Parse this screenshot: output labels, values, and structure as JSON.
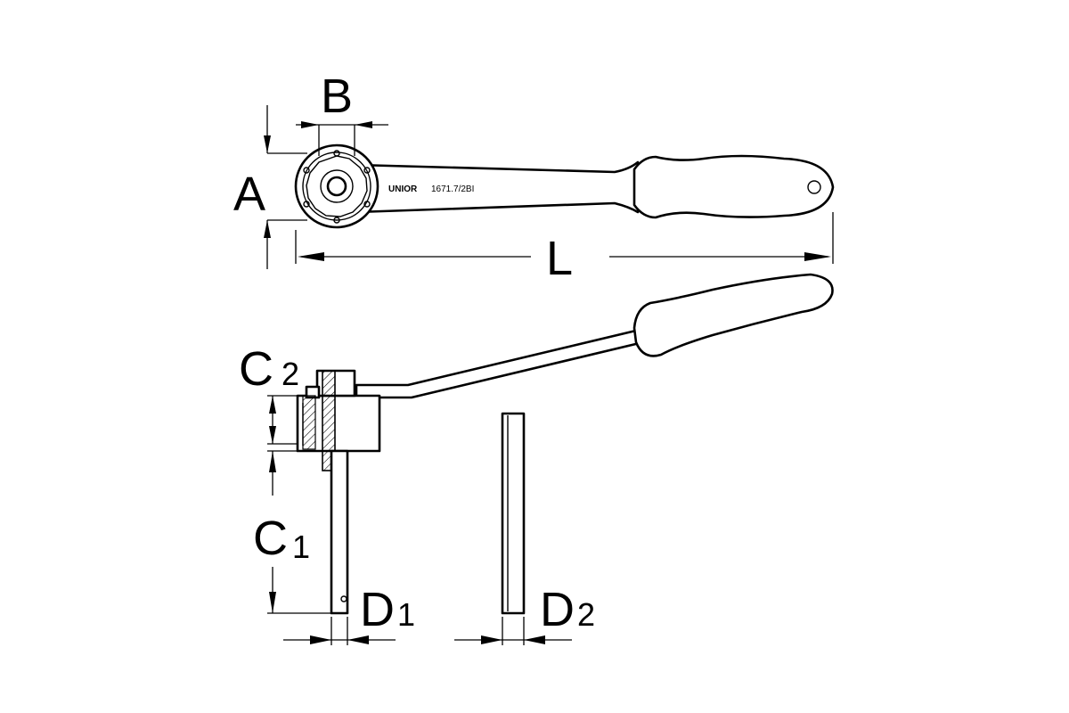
{
  "dimensions": {
    "A": "A",
    "B": "B",
    "L": "L",
    "C1": {
      "letter": "C",
      "index": "1"
    },
    "C2": {
      "letter": "C",
      "index": "2"
    },
    "D1": {
      "letter": "D",
      "index": "1"
    },
    "D2": {
      "letter": "D",
      "index": "2"
    }
  },
  "engraving": {
    "brand": "UNIOR",
    "part_number": "1671.7/2BI"
  },
  "colors": {
    "line": "#000000",
    "background": "#ffffff"
  }
}
